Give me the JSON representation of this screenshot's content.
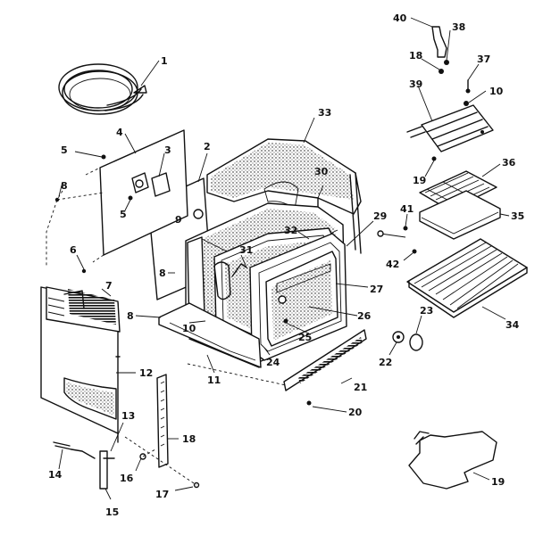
{
  "callouts": [
    {
      "id": "c1",
      "text": "1"
    },
    {
      "id": "c2",
      "text": "2"
    },
    {
      "id": "c3",
      "text": "3"
    },
    {
      "id": "c4",
      "text": "4"
    },
    {
      "id": "c5a",
      "text": "5"
    },
    {
      "id": "c5b",
      "text": "5"
    },
    {
      "id": "c6",
      "text": "6"
    },
    {
      "id": "c7",
      "text": "7"
    },
    {
      "id": "c8a",
      "text": "8"
    },
    {
      "id": "c8b",
      "text": "8"
    },
    {
      "id": "c8c",
      "text": "8"
    },
    {
      "id": "c9",
      "text": "9"
    },
    {
      "id": "c10a",
      "text": "10"
    },
    {
      "id": "c10b",
      "text": "10"
    },
    {
      "id": "c11",
      "text": "11"
    },
    {
      "id": "c12",
      "text": "12"
    },
    {
      "id": "c13",
      "text": "13"
    },
    {
      "id": "c14",
      "text": "14"
    },
    {
      "id": "c15",
      "text": "15"
    },
    {
      "id": "c16",
      "text": "16"
    },
    {
      "id": "c17",
      "text": "17"
    },
    {
      "id": "c18",
      "text": "18"
    },
    {
      "id": "c19",
      "text": "19"
    },
    {
      "id": "c19b",
      "text": "19"
    },
    {
      "id": "c18b",
      "text": "18"
    },
    {
      "id": "c20",
      "text": "20"
    },
    {
      "id": "c21",
      "text": "21"
    },
    {
      "id": "c22",
      "text": "22"
    },
    {
      "id": "c23",
      "text": "23"
    },
    {
      "id": "c24",
      "text": "24"
    },
    {
      "id": "c25",
      "text": "25"
    },
    {
      "id": "c26",
      "text": "26"
    },
    {
      "id": "c27",
      "text": "27"
    },
    {
      "id": "c29",
      "text": "29"
    },
    {
      "id": "c30",
      "text": "30"
    },
    {
      "id": "c31",
      "text": "31"
    },
    {
      "id": "c32",
      "text": "32"
    },
    {
      "id": "c33",
      "text": "33"
    },
    {
      "id": "c34",
      "text": "34"
    },
    {
      "id": "c35",
      "text": "35"
    },
    {
      "id": "c36",
      "text": "36"
    },
    {
      "id": "c37",
      "text": "37"
    },
    {
      "id": "c38",
      "text": "38"
    },
    {
      "id": "c39",
      "text": "39"
    },
    {
      "id": "c40",
      "text": "40"
    },
    {
      "id": "c41",
      "text": "41"
    },
    {
      "id": "c42",
      "text": "42"
    }
  ]
}
